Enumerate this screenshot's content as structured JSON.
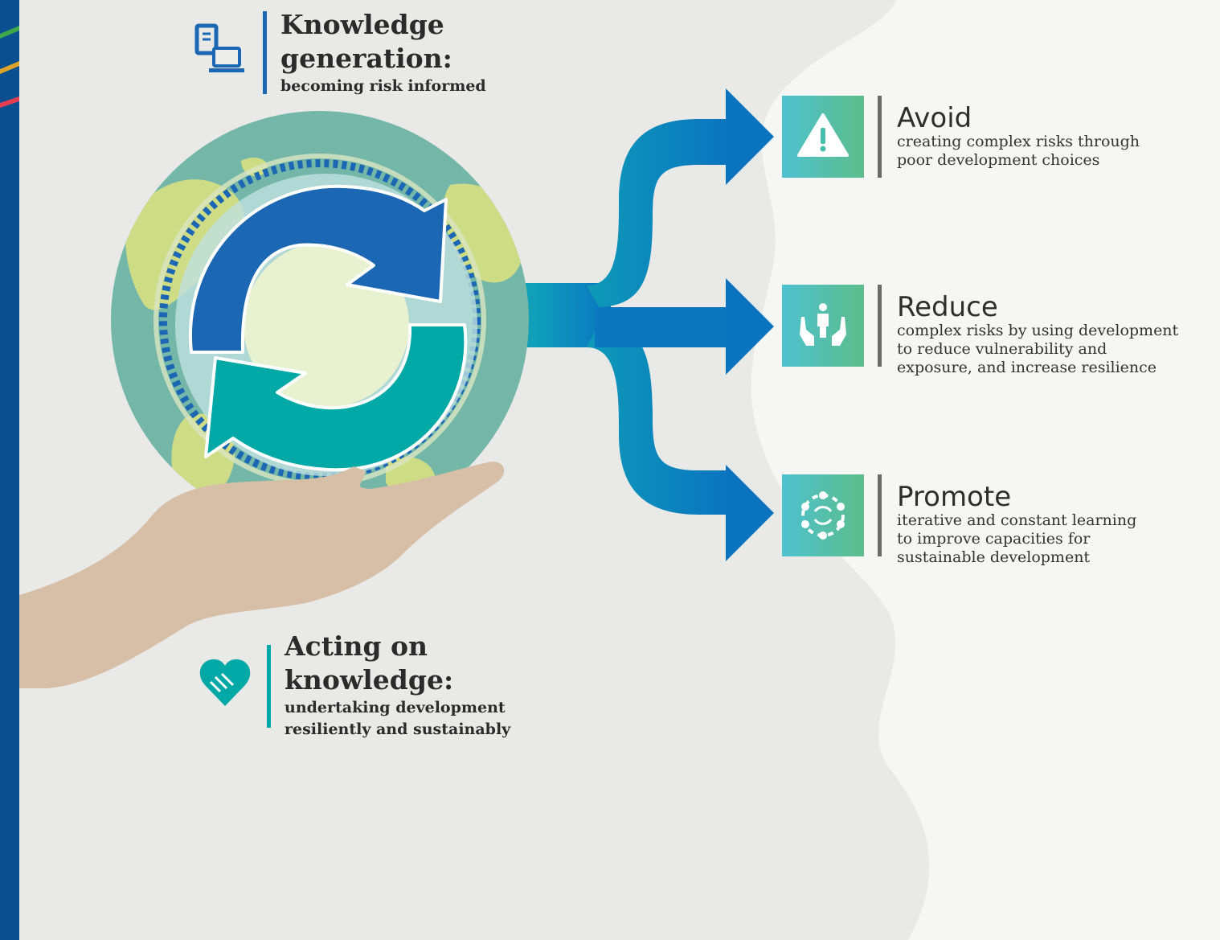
{
  "knowledge": {
    "title_line1": "Knowledge",
    "title_line2": "generation:",
    "subtitle": "becoming risk informed",
    "icon": "document-laptop-icon"
  },
  "acting": {
    "title_line1": "Acting on",
    "title_line2": "knowledge:",
    "subtitle_line1": "undertaking development",
    "subtitle_line2": "resiliently and sustainably",
    "icon": "handshake-heart-icon"
  },
  "outcomes": [
    {
      "title": "Avoid",
      "lines": [
        "creating complex risks through",
        "poor development choices"
      ],
      "icon": "warning-icon"
    },
    {
      "title": "Reduce",
      "lines": [
        "complex risks by using development",
        "to reduce vulnerability and",
        "exposure, and increase resilience"
      ],
      "icon": "hands-protect-person-icon"
    },
    {
      "title": "Promote",
      "lines": [
        "iterative and constant learning",
        "to improve capacities for",
        "sustainable development"
      ],
      "icon": "cycle-dots-icon"
    }
  ],
  "colors": {
    "dark_blue": "#1b67b3",
    "teal": "#00a9a5",
    "arrow_blue": "#0a74c0",
    "tile_gradient_start": "#4ec1cf",
    "tile_gradient_end": "#5dbd8b",
    "left_bar": "#0a4f8f"
  }
}
